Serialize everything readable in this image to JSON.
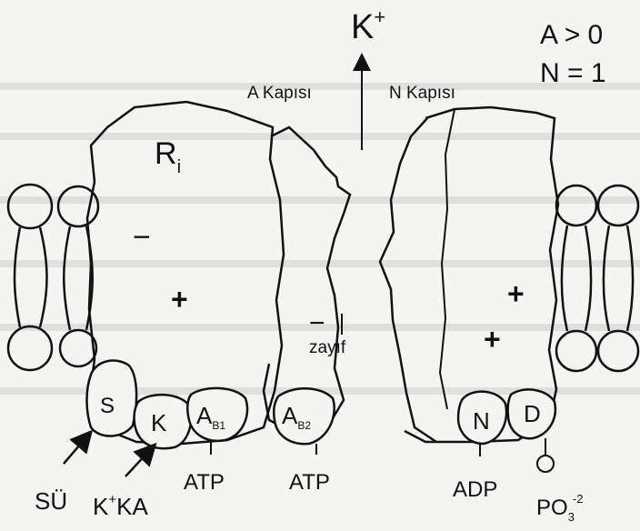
{
  "top_ion": {
    "base": "K",
    "sup": "+"
  },
  "conditions": {
    "line1": "A > 0",
    "line2": "N = 1"
  },
  "gates": {
    "a_gate": "A Kapısı",
    "n_gate": "N Kapısı"
  },
  "receptor": {
    "base": "R",
    "sub": "i"
  },
  "charges": {
    "minus": "−",
    "plus": "+"
  },
  "weak_label": "zayıf",
  "subunits": {
    "s": "S",
    "k": "K",
    "ab1": {
      "base": "A",
      "sub": "B1"
    },
    "ab2": {
      "base": "A",
      "sub": "B2"
    },
    "n": "N",
    "d": "D"
  },
  "bottom_labels": {
    "su": "SÜ",
    "kka": {
      "pre": "K",
      "sup": "+",
      "post": "KA"
    },
    "atp1": "ATP",
    "atp2": "ATP",
    "adp": "ADP",
    "po3": {
      "base": "PO",
      "sub": "3",
      "sup": "-2"
    }
  }
}
